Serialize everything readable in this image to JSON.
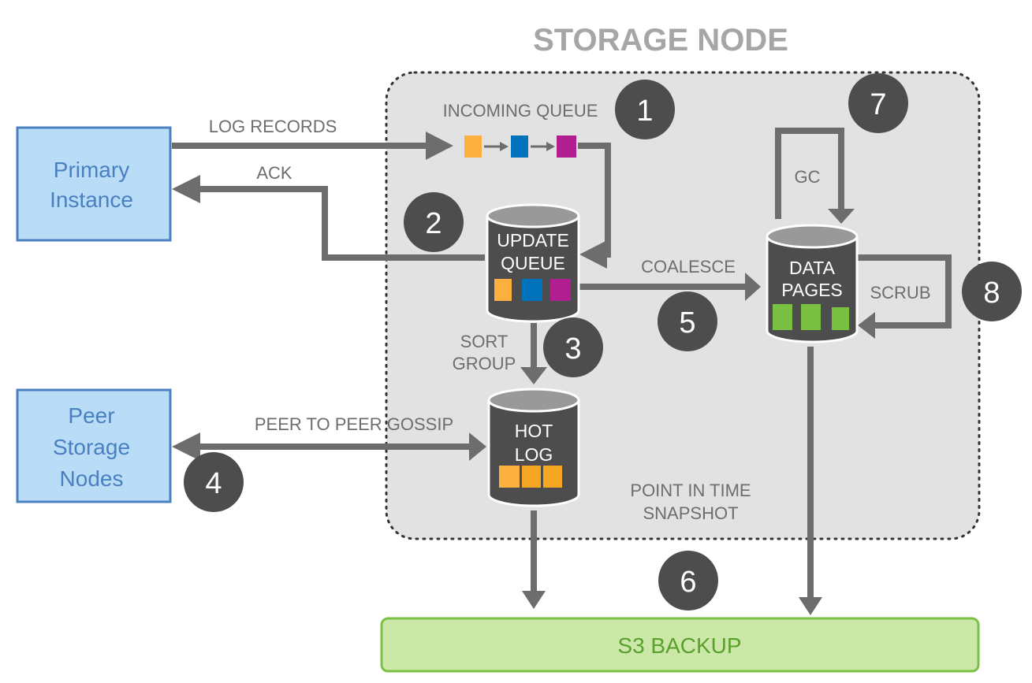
{
  "title": "STORAGE NODE",
  "external_nodes": {
    "primary_instance": [
      "Primary",
      "Instance"
    ],
    "peer_storage_nodes": [
      "Peer",
      "Storage",
      "Nodes"
    ],
    "s3_backup": "S3 BACKUP"
  },
  "stores": {
    "update_queue": [
      "UPDATE",
      "QUEUE"
    ],
    "data_pages": [
      "DATA",
      "PAGES"
    ],
    "hot_log": [
      "HOT",
      "LOG"
    ]
  },
  "labels": {
    "log_records": "LOG RECORDS",
    "ack": "ACK",
    "incoming_queue": "INCOMING QUEUE",
    "sort_group": [
      "SORT",
      "GROUP"
    ],
    "peer_gossip": "PEER TO PEER GOSSIP",
    "coalesce": "COALESCE",
    "gc": "GC",
    "scrub": "SCRUB",
    "snapshot": [
      "POINT IN TIME",
      "SNAPSHOT"
    ]
  },
  "steps": [
    "1",
    "2",
    "3",
    "4",
    "5",
    "6",
    "7",
    "8"
  ],
  "colors": {
    "record_orange": "#fbb040",
    "record_blue": "#0072bc",
    "record_magenta": "#b01e8f",
    "page_green": "#7ac143",
    "hot_orange": "#f5a623",
    "box_blue_fill": "#b9dcf7",
    "box_blue_border": "#4a7fc1",
    "s3_fill": "#cce8a9",
    "s3_border": "#7ac143",
    "node_dark": "#4d4d4d",
    "arrow_gray": "#6d6d6d"
  }
}
